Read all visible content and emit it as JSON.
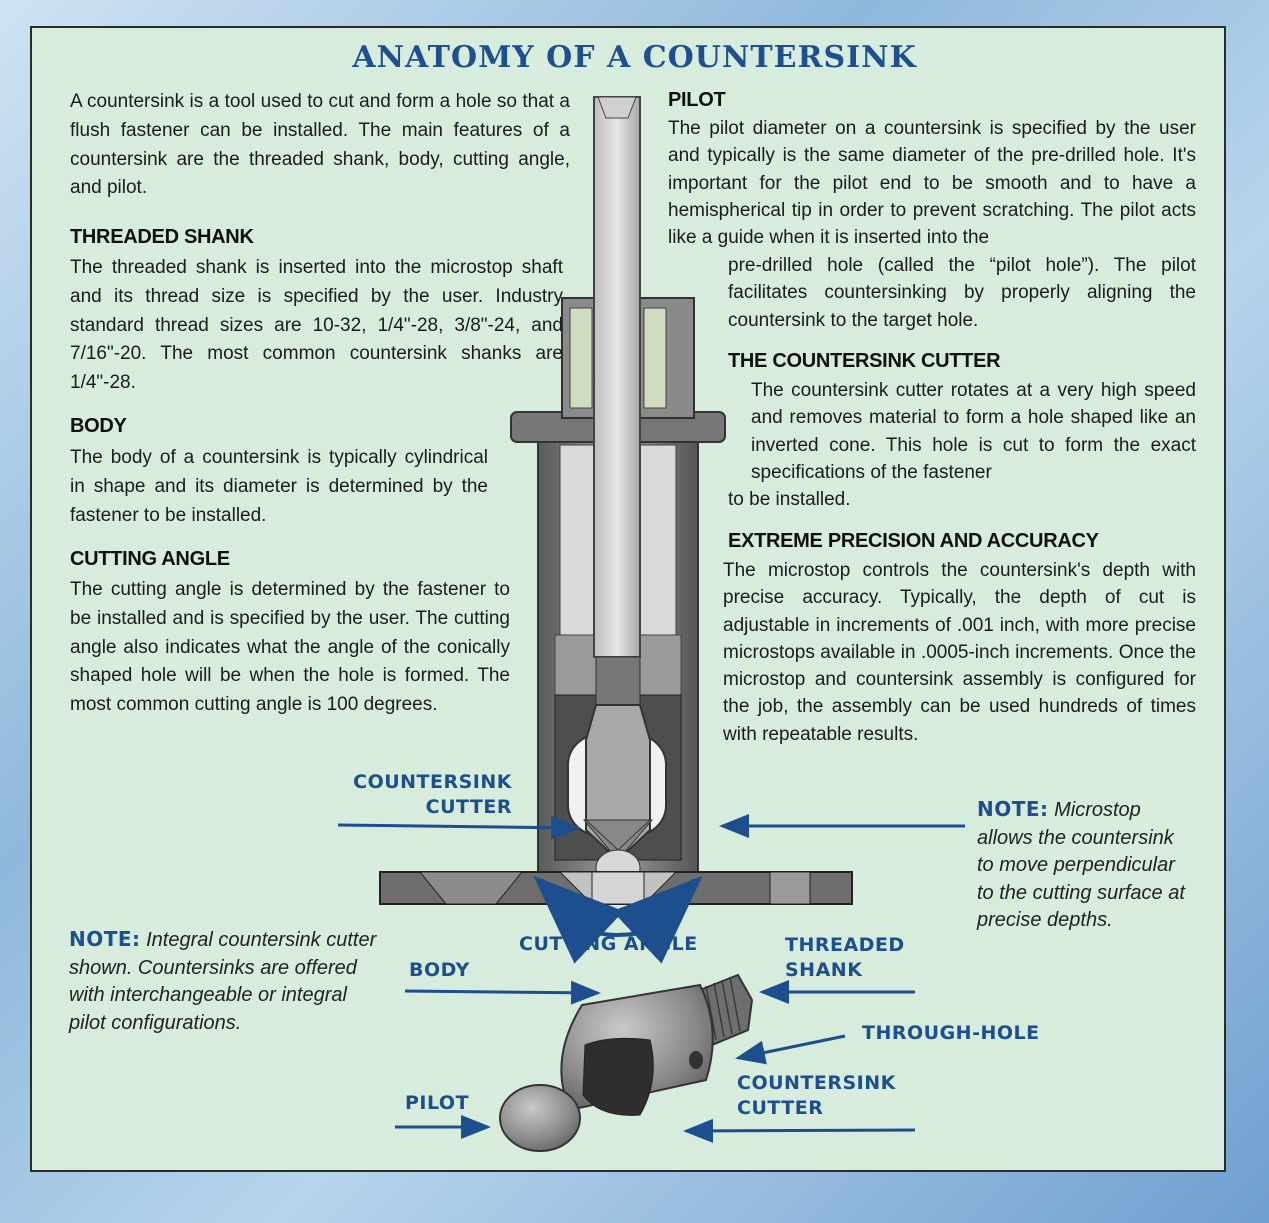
{
  "title": "ANATOMY OF A COUNTERSINK",
  "intro": "A countersink is a tool used to cut and form a hole so that a flush fastener can be installed. The main features of a countersink are the threaded shank, body, cutting angle, and pilot.",
  "sections": {
    "threaded_shank": {
      "heading": "THREADED SHANK",
      "text": "The threaded shank is inserted into the microstop shaft and its thread size is specified by the user. Industry standard thread sizes are 10-32, 1/4\"-28, 3/8\"-24, and 7/16\"-20. The most common countersink shanks are 1/4\"-28."
    },
    "body": {
      "heading": "BODY",
      "text": "The body of a countersink is typically cylindrical in shape and its diameter is determined by the fastener to be installed."
    },
    "cutting_angle": {
      "heading": "CUTTING ANGLE",
      "text": "The cutting angle is determined by the fastener to be installed and is specified by the user. The cutting angle also indicates what the angle of the conically shaped hole will be when the hole is formed. The most common cutting angle is 100 degrees."
    },
    "pilot": {
      "heading": "PILOT",
      "text_a": "The pilot diameter on a countersink is specified by the user and typically is the same diameter of the pre-drilled hole. It's important for the pilot end to be smooth and to have a hemispherical tip in order to prevent scratching. The pilot acts like a guide when it is inserted into the",
      "text_b": "pre-drilled hole (called the “pilot hole”). The pilot facilitates countersinking by properly aligning the countersink to the target hole."
    },
    "countersink_cutter": {
      "heading": "THE COUNTERSINK CUTTER",
      "text": "The countersink cutter rotates at a very high speed and removes material to form a hole shaped like an inverted cone. This hole is cut to form the exact specifications of the fastener",
      "text_end": "to be installed."
    },
    "precision": {
      "heading": "EXTREME PRECISION AND ACCURACY",
      "text": "The microstop controls the countersink's depth with precise accuracy. Typically, the depth of cut is adjustable in increments of .001 inch, with more precise microstops available in .0005-inch increments. Once the microstop and countersink assembly is configured for the job, the assembly can be used hundreds of times with repeatable results."
    }
  },
  "labels": {
    "countersink_cutter_upper": "COUNTERSINK CUTTER",
    "cutting_angle": "CUTTING ANGLE",
    "body": "BODY",
    "threaded_shank": "THREADED SHANK",
    "through_hole": "THROUGH-HOLE",
    "countersink_cutter_lower": "COUNTERSINK CUTTER",
    "pilot": "PILOT"
  },
  "notes": {
    "microstop": {
      "label": "NOTE:",
      "text": "Microstop allows the countersink to move perpendicular to the cutting surface at precise depths."
    },
    "integral": {
      "label": "NOTE:",
      "text": "Integral countersink cutter shown. Countersinks are offered with interchangeable or integral pilot configurations."
    }
  },
  "colors": {
    "panel": "#d7ecdc",
    "accent": "#1d4e8e",
    "metal": "#6b6b6b",
    "metal_light": "#b8b8b8"
  }
}
